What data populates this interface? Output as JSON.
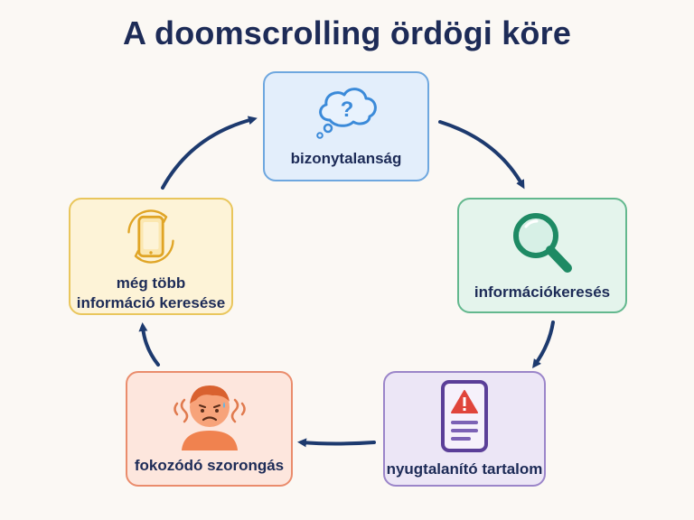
{
  "title": "A doomscrolling ördögi köre",
  "nodes": {
    "uncertainty": {
      "label": "bizonytalanság",
      "icon": "question-cloud-icon"
    },
    "information_search": {
      "label": "információkeresés",
      "icon": "magnifier-icon"
    },
    "disturbing_content": {
      "label": "nyugtalanító tartalom",
      "icon": "warning-phone-icon"
    },
    "anxiety": {
      "label": "fokozódó szorongás",
      "icon": "anxious-person-icon"
    },
    "more_search": {
      "label_line1": "még több",
      "label_line2": "információ keresése",
      "icon": "phone-cycle-icon"
    }
  },
  "colors": {
    "arrow": "#1d3a6e",
    "title": "#1d2b57"
  }
}
